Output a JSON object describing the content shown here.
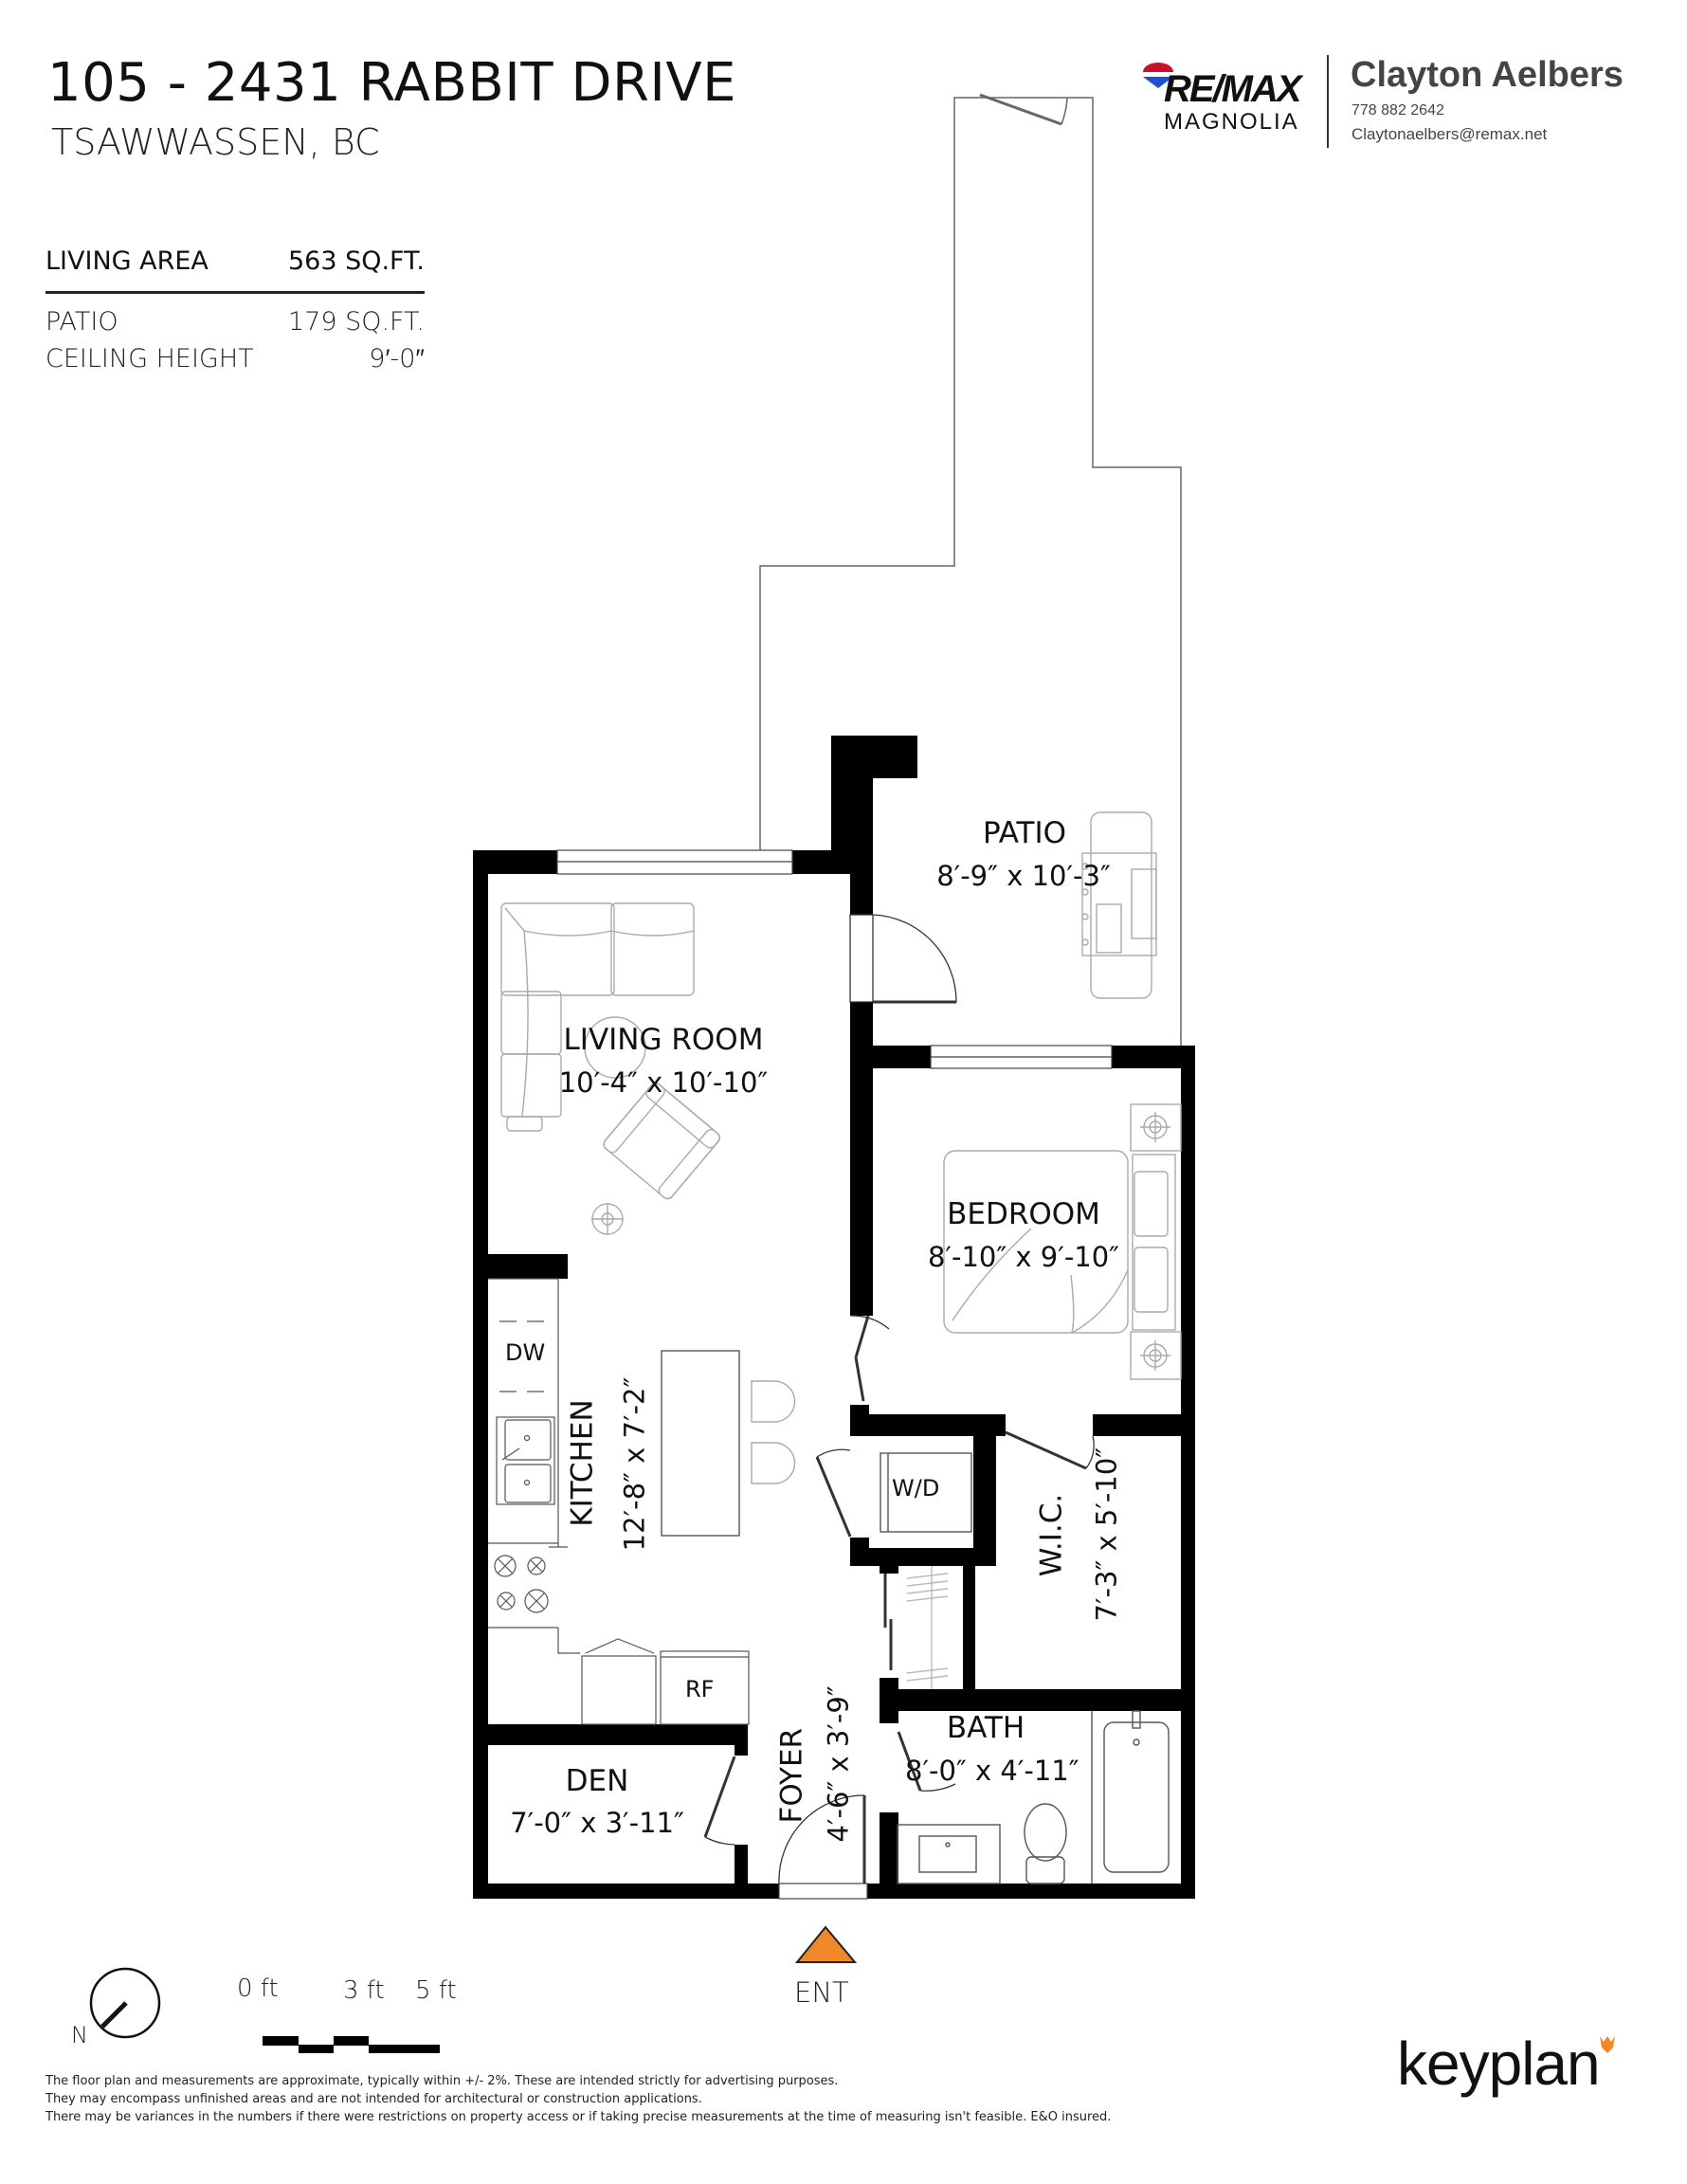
{
  "header": {
    "address": "105 - 2431 RABBIT DRIVE",
    "city": "TSAWWASSEN, BC"
  },
  "stats": {
    "living_area": {
      "label": "LIVING AREA",
      "value": "563 SQ.FT."
    },
    "patio": {
      "label": "PATIO",
      "value": "179 SQ.FT."
    },
    "ceiling_height": {
      "label": "CEILING HEIGHT",
      "value": "9′-0″"
    }
  },
  "brand": {
    "logo_word": "RE/MAX",
    "logo_sub": "MAGNOLIA",
    "logo_icon": "hot-air-balloon-icon",
    "agent_name": "Clayton Aelbers",
    "agent_phone": "778 882 2642",
    "agent_email": "Claytonaelbers@remax.net"
  },
  "rooms": {
    "patio": {
      "label": "PATIO",
      "dims": "8′-9″  x  10′-3″"
    },
    "living_room": {
      "label": "LIVING ROOM",
      "dims": "10′-4″  x  10′-10″"
    },
    "bedroom": {
      "label": "BEDROOM",
      "dims": "8′-10″  x  9′-10″"
    },
    "kitchen": {
      "label": "KITCHEN",
      "dims": "12′-8″  x  7′-2″"
    },
    "wic": {
      "label": "W.I.C.",
      "dims": "7′-3″  x  5′-10″"
    },
    "bath": {
      "label": "BATH",
      "dims": "8′-0″ x 4′-11″"
    },
    "den": {
      "label": "DEN",
      "dims": "7′-0″  x  3′-11″"
    },
    "foyer": {
      "label": "FOYER",
      "dims": "4′-6″ x 3′-9″"
    }
  },
  "appliances": {
    "dishwasher": "DW",
    "washer_dryer": "W/D",
    "fridge": "RF"
  },
  "entrance": {
    "label": "ENT",
    "marker_color": "#F0882A"
  },
  "scale_bar": {
    "ticks": [
      "0 ft",
      "3 ft",
      "5 ft"
    ]
  },
  "compass": {
    "label": "N"
  },
  "disclaimer": [
    "The floor plan and measurements are approximate, typically within +/- 2%. These are intended strictly for advertising purposes.",
    "They may encompass unfinished areas and are not intended for architectural or construction applications.",
    "There may be variances in the numbers if there were restrictions on property access or if taking precise measurements at the time of measuring isn't feasible. E&O insured."
  ],
  "footer": {
    "logo": "keyplan",
    "logo_icon": "fox-icon",
    "accent_color": "#F0882A"
  }
}
